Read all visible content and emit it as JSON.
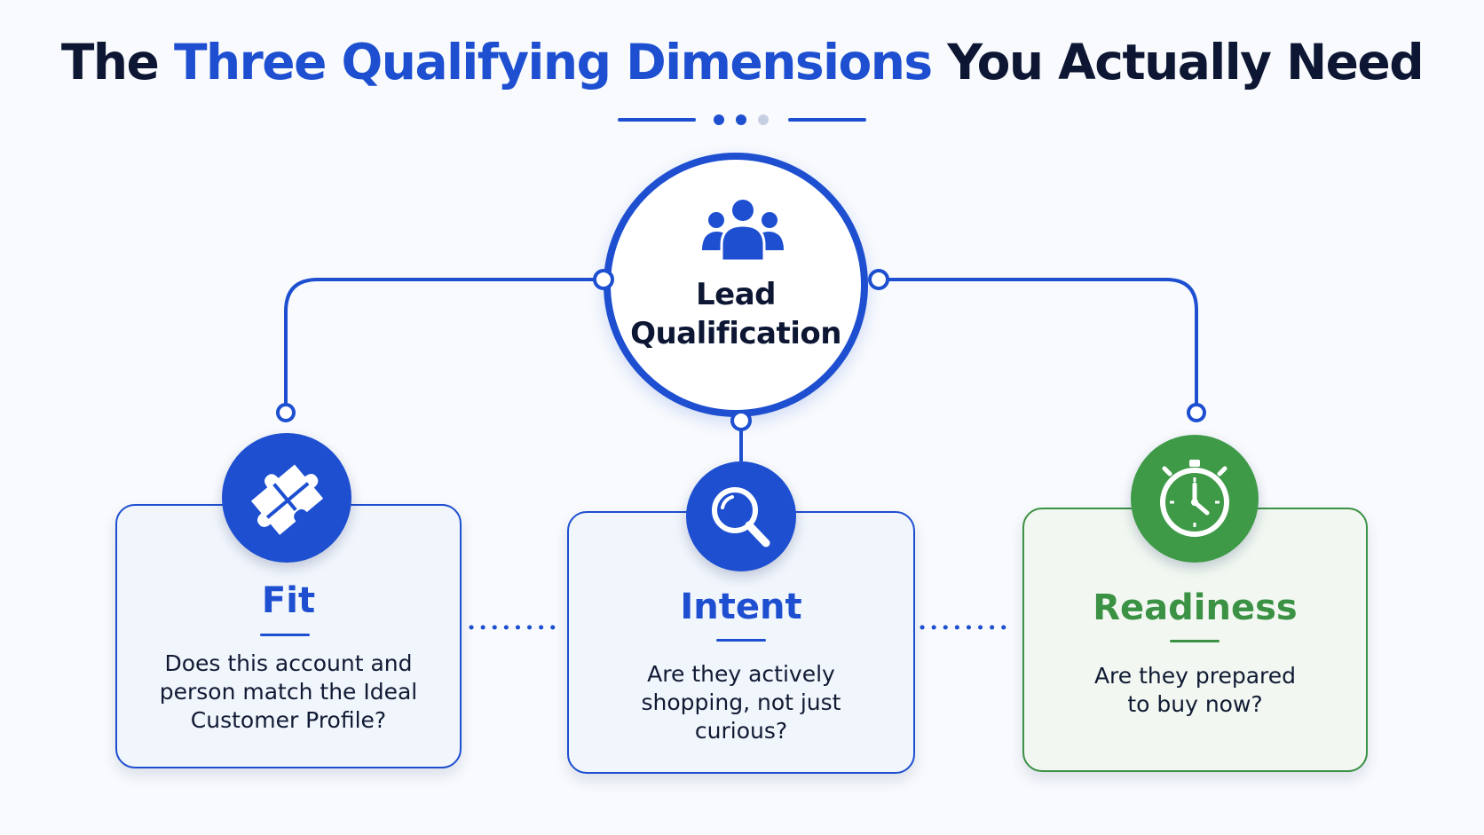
{
  "title": {
    "prefix": "The ",
    "highlight": "Three Qualifying Dimensions",
    "suffix": " You Actually Need"
  },
  "hub": {
    "icon": "users-group-icon",
    "label_line1": "Lead",
    "label_line2": "Qualification"
  },
  "dimensions": [
    {
      "title": "Fit",
      "icon": "puzzle-icon",
      "desc_lines": [
        "Does this account and",
        "person match the Ideal",
        "Customer Profile?"
      ]
    },
    {
      "title": "Intent",
      "icon": "magnifier-icon",
      "desc_lines": [
        "Are they actively",
        "shopping, not just",
        "curious?"
      ]
    },
    {
      "title": "Readiness",
      "icon": "stopwatch-icon",
      "desc_lines": [
        "Are they prepared",
        "to buy now?"
      ]
    }
  ],
  "colors": {
    "primary_blue": "#1d4fd0",
    "navy_text": "#0d1733",
    "green": "#3b9144",
    "dot_inactive": "#c7d0e3"
  }
}
